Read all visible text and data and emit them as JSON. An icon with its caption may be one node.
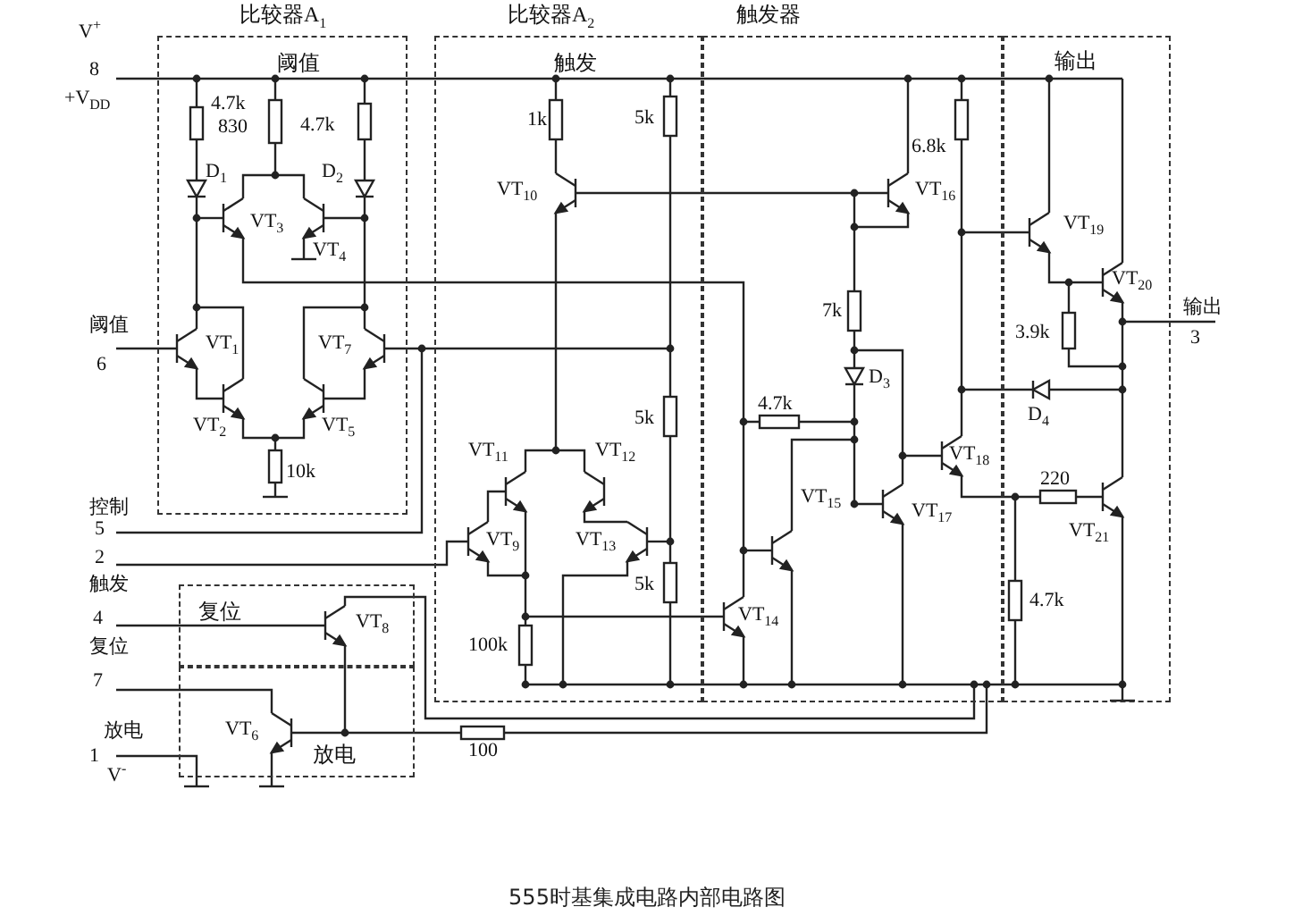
{
  "diagram": {
    "caption": "555时基集成电路内部电路图",
    "nodes": [
      {
        "text": [
          "比较器A$_{1}$",
          "阈值"
        ]
      },
      {
        "text": [
          "比较器A$_{2}$",
          "触发"
        ]
      },
      {
        "text": [
          "触发器"
        ]
      },
      {
        "text": [
          "输出"
        ]
      },
      {
        "text": [
          "复位"
        ]
      },
      {
        "text": [
          "放电"
        ]
      }
    ],
    "labels": [
      "V$^{+}$",
      "8",
      "+V$_{DD}$",
      "4.7k",
      "830",
      "4.7k",
      "D$_{1}$",
      "D$_{2}$",
      "VT$_{3}$",
      "VT$_{4}$",
      "阈值",
      "6",
      "VT$_{1}$",
      "VT$_{7}$",
      "VT$_{2}$",
      "VT$_{5}$",
      "10k",
      "控制",
      "5",
      "2",
      "触发",
      "4",
      "复位",
      "VT$_{8}$",
      "7",
      "放电",
      "VT$_{6}$",
      "1",
      "V$^{-}$",
      "100",
      "1k",
      "5k",
      "VT$_{10}$",
      "5k",
      "VT$_{11}$",
      "VT$_{12}$",
      "VT$_{9}$",
      "VT$_{13}$",
      "5k",
      "100k",
      "6.8k",
      "VT$_{16}$",
      "7k",
      "D$_{3}$",
      "4.7k",
      "VT$_{15}$",
      "VT$_{14}$",
      "VT$_{17}$",
      "VT$_{18}$",
      "VT$_{19}$",
      "VT$_{20}$",
      "输出",
      "3.9k",
      "3",
      "D$_{4}$",
      "220",
      "VT$_{21}$",
      "4.7k"
    ]
  }
}
